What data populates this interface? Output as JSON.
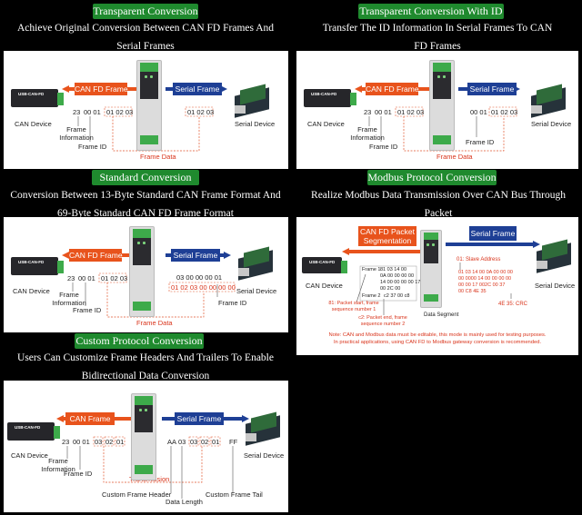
{
  "common": {
    "can_device": "CAN Device",
    "serial_device": "Serial Device",
    "frame_information": "Frame\nInformation",
    "frame_id": "Frame ID",
    "frame_data": "Frame Data",
    "can_fd_frame": "CAN FD Frame",
    "serial_frame": "Serial Frame",
    "can_frame": "CAN Frame",
    "usb_can_fd": "USB-CAN-FD"
  },
  "panels": {
    "transparent": {
      "title": "Transparent Conversion",
      "subtitle": "Achieve Original Conversion Between CAN FD Frames And\nSerial Frames",
      "can_bytes_a": "23",
      "can_bytes_b": "00 01",
      "can_bytes_c": "01 02 03",
      "serial_bytes": "01 02 03"
    },
    "with_id": {
      "title": "Transparent Conversion With ID",
      "subtitle": "Transfer The ID Information In Serial Frames To CAN\nFD Frames",
      "can_bytes_a": "23",
      "can_bytes_b": "00 01",
      "can_bytes_c": "01 02 03",
      "serial_bytes_a": "00 01",
      "serial_bytes_b": "01 02 03"
    },
    "standard": {
      "title": "Standard Conversion",
      "subtitle": "Conversion Between 13-Byte Standard CAN Frame Format And\n69-Byte Standard CAN FD Frame Format",
      "can_bytes_a": "23",
      "can_bytes_b": "00 01",
      "can_bytes_c": "01 02 03",
      "serial_line1": "03 00 00 00 01",
      "serial_line2": "01 02 03 00 00 00 00"
    },
    "modbus": {
      "title": "Modbus Protocol Conversion",
      "subtitle": "Realize Modbus Data Transmission Over CAN Bus Through Packet\nSegmentation And Reassembly",
      "can_fd_header": "CAN FD Packet\nSegmentation",
      "frame1_prefix": "Frame 1",
      "frame1_lines": "81 03 14 00\n0A 00 00 00 00\n14 00 00 00 00 17\n00 2C 00",
      "frame2_prefix": "Frame 2",
      "frame2_tail": "c2 37 00 c8",
      "data_segment": "Data Segment",
      "note_81": "81: Packet start, frame\nsequence number 1",
      "note_c2": "c2: Packet end, frame\nsequence number 2",
      "slave_address": "01: Slave Address",
      "serial_lines": "01 03 14 00 0A 00 00 00\n00 0000 14 00 00 00 00\n00 00 17 002C 00 37\n00 C8 4E 35",
      "crc": "4E 35: CRC",
      "note": "Note: CAN and Modbus data must be editable, this mode is mainly used for testing purposes.\nIn practical applications, using CAN FD to Modbus gateway conversion is recommended."
    },
    "custom": {
      "title": "Custom Protocol Conversion",
      "subtitle": "Users Can Customize Frame Headers And Trailers To Enable\nBidirectional Data Conversion",
      "can_bytes_a": "23",
      "can_bytes_b": "00 01",
      "can_b1": "03",
      "can_b2": "02",
      "can_b3": "01",
      "ser_aa": "AA",
      "ser_03": "03",
      "ser_b1": "03",
      "ser_b2": "02",
      "ser_b3": "01",
      "ser_ff": "FF",
      "transmission": "Transmission",
      "custom_header": "Custom Frame Header",
      "data_length": "Data Length",
      "custom_tail": "Custom Frame Tail"
    }
  },
  "colors": {
    "badge_green": "#1f8a2e",
    "orange": "#e8531c",
    "blue": "#1e3f95",
    "red_dash": "#e0542c"
  }
}
